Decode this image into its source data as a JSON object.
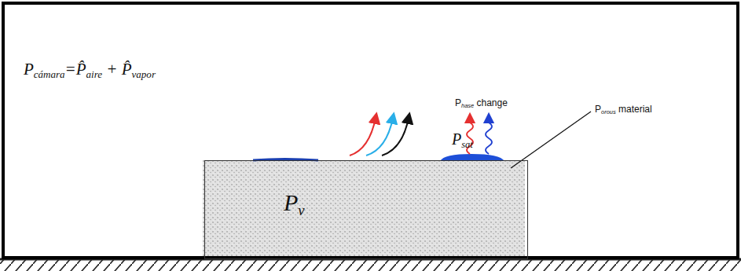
{
  "diagram": {
    "nodes": [
      {
        "text": [
          "Pcámara=P̂aire + P̂vapor"
        ]
      },
      {
        "text": [
          "Pv"
        ],
        "in": 0
      }
    ],
    "labels": [
      "Phase change",
      "Psat",
      "Porous material"
    ]
  }
}
